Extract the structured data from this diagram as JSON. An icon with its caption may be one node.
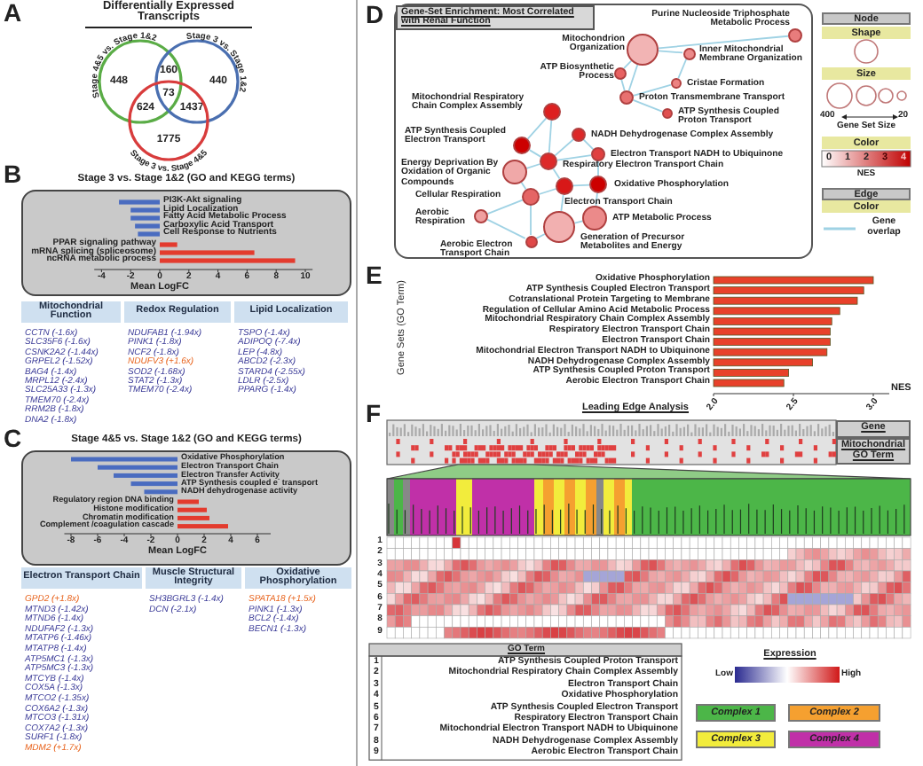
{
  "diagram": {
    "nodes": [
      {
        "text": [
          "Stage 4&5 vs. Stage 1&2"
        ]
      },
      {
        "text": [
          "Stage 3 vs. Stage 1&2"
        ]
      },
      {
        "text": [
          "Stage 3 vs. Stage 4&5"
        ]
      },
      {
        "text": [
          "Mitochondrial Function"
        ]
      },
      {
        "text": [
          "Redox Regulation"
        ]
      },
      {
        "text": [
          "Lipid Localization"
        ]
      },
      {
        "text": [
          "Electron Transport Chain"
        ]
      },
      {
        "text": [
          "Muscle Structural Integrity"
        ]
      },
      {
        "text": [
          "Oxidative Phosphorylation"
        ]
      },
      {
        "text": [
          "Gene-Set Enrichment: Most Correlated with Renal Function"
        ]
      },
      {
        "text": [
          "Purine Nucleoside Triphosphate Metabolic Process"
        ],
        "in": 9
      },
      {
        "text": [
          "Mitochondrion Organization"
        ],
        "in": 9
      },
      {
        "text": [
          "Inner Mitochondrial Membrane Organization"
        ],
        "in": 9
      },
      {
        "text": [
          "ATP Biosynthetic Process"
        ],
        "in": 9
      },
      {
        "text": [
          "Cristae Formation"
        ],
        "in": 9
      },
      {
        "text": [
          "Mitochondrial Respiratory Chain Complex Assembly"
        ],
        "in": 9
      },
      {
        "text": [
          "Proton Transmembrane Transport"
        ],
        "in": 9
      },
      {
        "text": [
          "ATP Synthesis Coupled Proton Transport"
        ],
        "in": 9
      },
      {
        "text": [
          "ATP Synthesis Coupled Electron Transport"
        ],
        "in": 9
      },
      {
        "text": [
          "NADH Dehydrogenase Complex Assembly"
        ],
        "in": 9
      },
      {
        "text": [
          "Electron Transport NADH to Ubiquinone"
        ],
        "in": 9
      },
      {
        "text": [
          "Energy Deprivation By Oxidation of Organic Compounds"
        ],
        "in": 9
      },
      {
        "text": [
          "Respiratory Electron Transport Chain"
        ],
        "in": 9
      },
      {
        "text": [
          "Oxidative Phosphorylation"
        ],
        "in": 9
      },
      {
        "text": [
          "Cellular Respiration"
        ],
        "in": 9
      },
      {
        "text": [
          "Electron Transport Chain"
        ],
        "in": 9
      },
      {
        "text": [
          "Aerobic Respiration"
        ],
        "in": 9
      },
      {
        "text": [
          "ATP Metabolic Process"
        ],
        "in": 9
      },
      {
        "text": [
          "Aerobic Electron Transport Chain"
        ],
        "in": 9
      },
      {
        "text": [
          "Generation of Precursor Metabolites and Energy"
        ],
        "in": 9
      }
    ],
    "edges": [
      {
        "from": 11,
        "to": 10,
        "arrow": "none"
      },
      {
        "from": 11,
        "to": 12,
        "arrow": "none"
      },
      {
        "from": 11,
        "to": 13,
        "arrow": "none"
      },
      {
        "from": 11,
        "to": 16,
        "arrow": "none"
      },
      {
        "from": 12,
        "to": 14,
        "arrow": "none"
      },
      {
        "from": 13,
        "to": 16,
        "arrow": "none"
      },
      {
        "from": 14,
        "to": 16,
        "arrow": "none"
      },
      {
        "from": 16,
        "to": 17,
        "arrow": "none"
      },
      {
        "from": 15,
        "to": 18,
        "arrow": "none"
      },
      {
        "from": 15,
        "to": 22,
        "arrow": "none"
      },
      {
        "from": 18,
        "to": 22,
        "arrow": "none"
      },
      {
        "from": 19,
        "to": 20,
        "arrow": "none"
      },
      {
        "from": 19,
        "to": 22,
        "arrow": "none"
      },
      {
        "from": 20,
        "to": 22,
        "arrow": "none"
      },
      {
        "from": 20,
        "to": 23,
        "arrow": "none"
      },
      {
        "from": 21,
        "to": 22,
        "arrow": "none"
      },
      {
        "from": 21,
        "to": 24,
        "arrow": "none"
      },
      {
        "from": 22,
        "to": 25,
        "arrow": "none"
      },
      {
        "from": 23,
        "to": 25,
        "arrow": "none"
      },
      {
        "from": 24,
        "to": 25,
        "arrow": "none"
      },
      {
        "from": 24,
        "to": 26,
        "arrow": "none"
      },
      {
        "from": 24,
        "to": 28,
        "arrow": "none"
      },
      {
        "from": 26,
        "to": 28,
        "arrow": "none"
      },
      {
        "from": 25,
        "to": 29,
        "arrow": "none"
      },
      {
        "from": 23,
        "to": 27,
        "arrow": "none"
      },
      {
        "from": 27,
        "to": 29,
        "arrow": "none"
      },
      {
        "from": 28,
        "to": 29,
        "arrow": "none"
      }
    ],
    "labels": [
      "A",
      "Differentially Expressed Transcripts",
      "448",
      "160",
      "440",
      "73",
      "624",
      "1437",
      "1775",
      "B",
      "CCTN (-1.6x)",
      "SLC35F6 (-1.6x)",
      "CSNK2A2 (-1.44x)",
      "GRPEL2 (-1.52x)",
      "BAG4 (-1.4x)",
      "MRPL12 (-2.4x)",
      "SLC25A33 (-1.3x)",
      "TMEM70 (-2.4x)",
      "RRM2B (-1.8x)",
      "DNA2 (-1.8x)",
      "NDUFAB1 (-1.94x)",
      "PINK1 (-1.8x)",
      "NCF2 (-1.8x)",
      "NDUFV3 (+1.6x)",
      "SOD2 (-1.68x)",
      "STAT2 (-1.3x)",
      "TMEM70 (-2.4x)",
      "TSPO (-1.4x)",
      "ADIPOQ (-7.4x)",
      "LEP (-4.8x)",
      "ABCD2 (-2.3x)",
      "STARD4 (-2.55x)",
      "LDLR (-2.5x)",
      "PPARG (-1.4x)",
      "C",
      "GPD2 (+1.8x)",
      "MTND3 (-1.42x)",
      "MTND6 (-1.4x)",
      "NDUFAF2 (-1.3x)",
      "MTATP6 (-1.46x)",
      "MTATP8 (-1.4x)",
      "ATP5MC1 (-1.3x)",
      "ATP5MC3 (-1.3x)",
      "MTCYB (-1.4x)",
      "COX5A (-1.3x)",
      "MTCO2 (-1.35x)",
      "COX6A2 (-1.3x)",
      "MTCO3 (-1.31x)",
      "COX7A2 (-1.3x)",
      "SURF1 (-1.8x)",
      "MDM2 (+1.7x)",
      "SH3BGRL3 (-1.4x)",
      "DCN (-2.1x)",
      "SPATA18 (+1.5x)",
      "PINK1 (-1.3x)",
      "BCL2 (-1.4x)",
      "BECN1 (-1.3x)",
      "D",
      "Node",
      "Shape",
      "Size",
      "400",
      "20",
      "Gene Set Size",
      "Color",
      "0",
      "1",
      "2",
      "3",
      "4",
      "NES",
      "Edge",
      "Color",
      "E",
      "F",
      "Leading Edge Analysis",
      "Gene",
      "Mitochondrial GO Term",
      "1",
      "2",
      "3",
      "4",
      "5",
      "6",
      "7",
      "8",
      "9",
      "GO Term",
      "1",
      "ATP Synthesis Coupled Proton Transport",
      "2",
      "Mitochondrial Respiratory Chain Complex Assembly",
      "3",
      "Electron Transport Chain",
      "4",
      "Oxidative Phosphorylation",
      "5",
      "ATP Synthesis Coupled Electron Transport",
      "6",
      "Respiratory Electron Transport Chain",
      "7",
      "Mitochondrial Electron Transport NADH to Ubiquinone",
      "8",
      "NADH Dehydrogenase Complex Assembly",
      "9",
      "Aerobic Electron Transport Chain",
      "Expression",
      "Low",
      "High"
    ],
    "legend": [
      {
        "text": "Gene overlap"
      },
      {
        "text": "Complex 1",
        "color": "#4cb648"
      },
      {
        "text": "Complex 2",
        "color": "#f5a030"
      },
      {
        "text": "Complex 3",
        "color": "#f2ec3c"
      },
      {
        "text": "Complex 4",
        "color": "#c030a8"
      }
    ],
    "chart_data": [
      {
        "type": "bar",
        "orientation": "horizontal",
        "title": "Stage 3 vs. Stage 1&2 (GO and KEGG terms)",
        "xlabel": "Mean LogFC",
        "categories": [
          "PI3K-Akt signaling",
          "Lipid Localization",
          "Fatty Acid Metabolic Process",
          "Carboxylic Acid Transport",
          "Cell Response to Nutrients",
          "PPAR signaling pathway",
          "mRNA splicing (spliceosome)",
          "ncRNA metabolic process"
        ],
        "series": [
          {
            "values": [
              -2.8,
              -2,
              -2,
              -1.7,
              -1.5,
              1.2,
              6.5,
              9.3
            ]
          }
        ],
        "xlim": [
          -4.5,
          10.5
        ],
        "xticks": [
          -4,
          -2,
          0,
          2,
          4,
          6,
          8,
          10
        ]
      },
      {
        "type": "bar",
        "orientation": "horizontal",
        "title": "Stage 4&5 vs. Stage 1&2 (GO and KEGG terms)",
        "xlabel": "Mean LogFC",
        "categories": [
          "Oxidative Phosphorylation",
          "Electron Transport Chain",
          "Electron Transfer Activity",
          "ATP Synthesis coupled e$^{-}$ transport",
          "NADH dehydrogenase activity",
          "Regulatory region DNA binding",
          "Histone modification",
          "Chromatin modification",
          "Complement /coagulation cascade"
        ],
        "series": [
          {
            "values": [
              -8,
              -6,
              -4.8,
              -3.5,
              -2.5,
              1.6,
              2.2,
              2.4,
              3.8
            ]
          }
        ],
        "xlim": [
          -8.5,
          7
        ],
        "xticks": [
          -8,
          -6,
          -4,
          -2,
          0,
          2,
          4,
          6
        ]
      },
      {
        "type": "bar",
        "orientation": "horizontal",
        "xlabel": "NES",
        "ylabel": "Gene Sets (GO Term)",
        "categories": [
          "Oxidative Phosphorylation",
          "ATP Synthesis Coupled Electron Transport",
          "Cotranslational Protein Targeting to Membrane",
          "Regulation of Cellular Amino Acid Metabolic Process",
          "Mitochondrial Respiratory Chain Complex Assembly",
          "Respiratory Electron Transport Chain",
          "Electron Transport Chain",
          "Mitochondrial Electron Transport NADH to Ubiquinone",
          "NADH Dehydrogenase Complex Assembly",
          "ATP Synthesis Coupled Proton Transport",
          "Aerobic Electron Transport Chain"
        ],
        "series": [
          {
            "values": [
              3.0,
              2.94,
              2.9,
              2.79,
              2.74,
              2.73,
              2.73,
              2.71,
              2.62,
              2.47,
              2.44
            ]
          }
        ],
        "xlim": [
          2,
          3.1
        ],
        "xticks": [
          {
            "value": 2,
            "label": "2.0"
          },
          {
            "value": 2.5,
            "label": "2.5"
          },
          {
            "value": 3,
            "label": "3.0"
          }
        ]
      }
    ]
  }
}
